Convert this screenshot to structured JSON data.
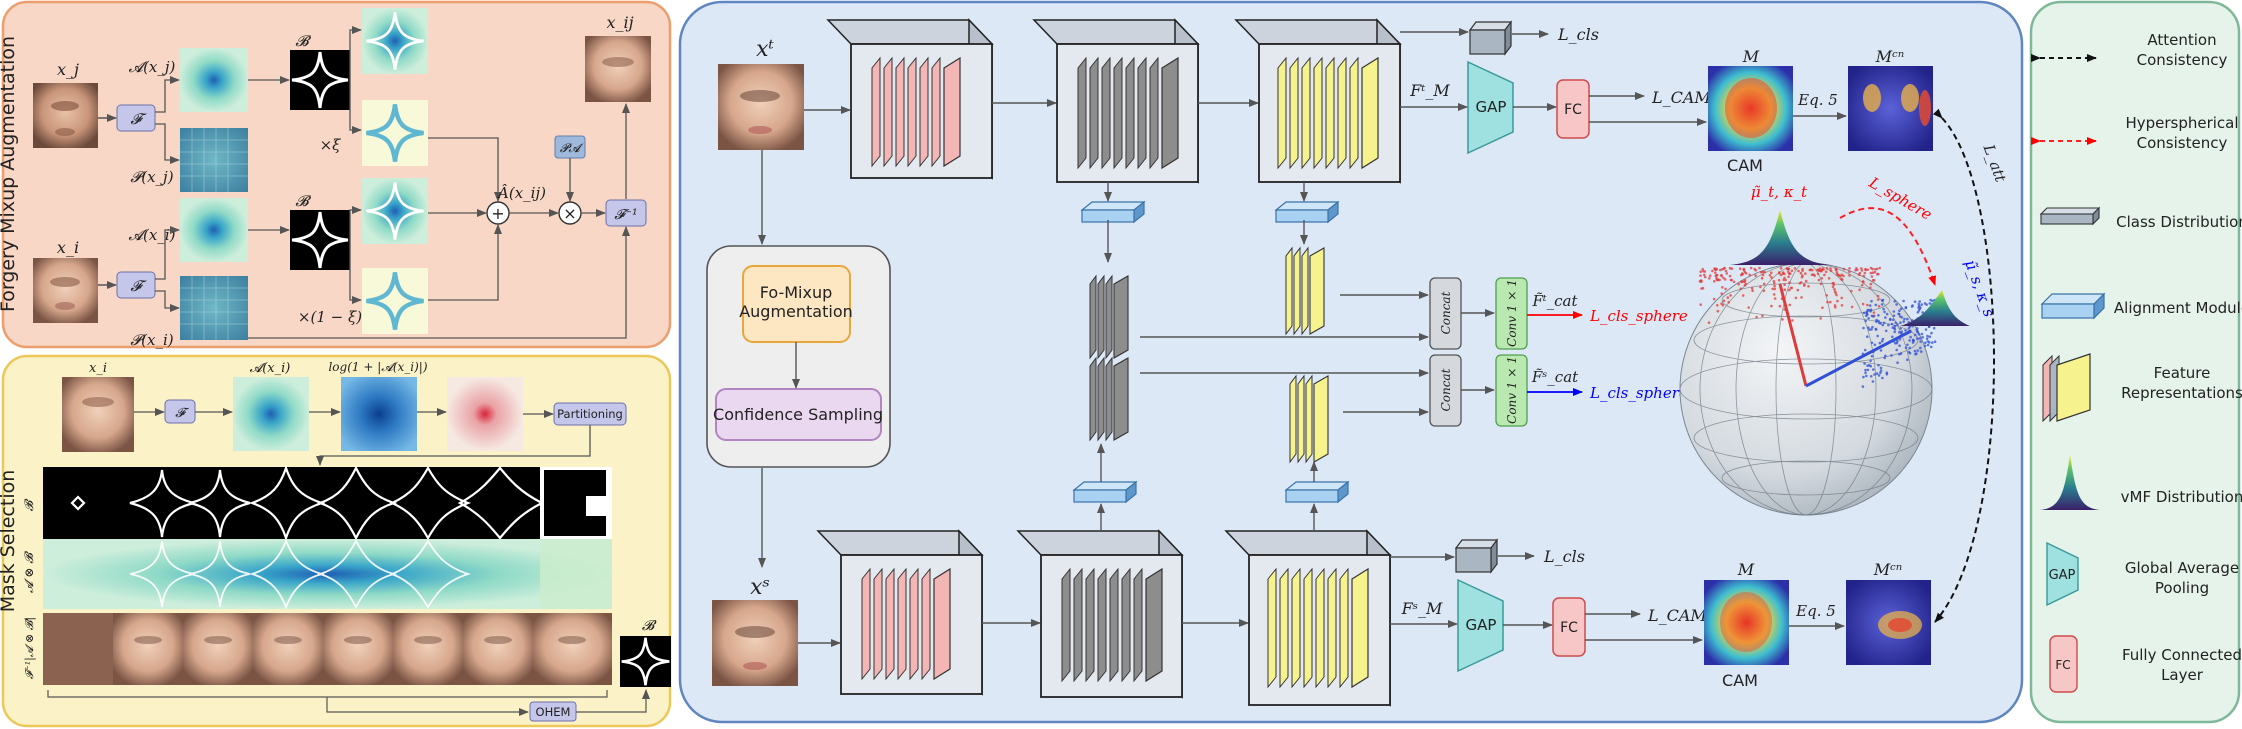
{
  "panels": {
    "forgery_title": "Forgery Mixup Augmentation",
    "mask_title": "Mask Selection"
  },
  "forgery": {
    "xj": "x_j",
    "xi": "x_i",
    "xij": "x_ij",
    "F": "𝓕",
    "Finv": "𝓕⁻¹",
    "A_xj": "𝓐(x_j)",
    "P_xj": "𝓟(x_j)",
    "A_xi": "𝓐(x_i)",
    "P_xi": "𝓟(x_i)",
    "B": "𝓑",
    "xi_scale": "×ξ",
    "one_minus_xi": "×(1 − ξ)",
    "A_hat": "Â(x_ij)",
    "PA": "𝓟𝓐",
    "plus": "+",
    "times": "×"
  },
  "mask": {
    "xi": "x_i",
    "F": "𝓕",
    "A_xi": "𝓐(x_i)",
    "log_label": "log(1 + |𝓐(x_i)|)",
    "partitioning": "Partitioning",
    "row_B": "𝓑",
    "row_AB": "𝓐 ⊗ 𝓑",
    "row_inv": "𝓕⁻¹|𝓐 ⊗ 𝓑|",
    "B_final": "𝓑",
    "ohem": "OHEM"
  },
  "main": {
    "xt": "xᵗ",
    "xs": "xˢ",
    "fomixup_l1": "Fo-Mixup",
    "fomixup_l2": "Augmentation",
    "confidence": "Confidence Sampling",
    "L_cls_top": "L_cls",
    "L_cls_bot": "L_cls",
    "F_M_t": "Fᵗ_M",
    "F_M_s": "Fˢ_M",
    "gap": "GAP",
    "fc": "FC",
    "L_CAM_top": "L_CAM",
    "L_CAM_bot": "L_CAM",
    "M": "M",
    "Mcn": "Mᶜⁿ",
    "eq5": "Eq. 5",
    "cam": "CAM",
    "concat": "Concat",
    "conv": "Conv 1 × 1",
    "F_cat_t": "F̃ᵗ_cat",
    "F_cat_s": "F̃ˢ_cat",
    "L_sphere_t": "L_cls_sphere",
    "L_sphere_s": "L_cls_sphere",
    "L_att": "L_att",
    "L_sphere": "L_sphere",
    "mu_t": "μ̃_t, κ_t",
    "mu_s": "μ̃_s, κ_s"
  },
  "legend": {
    "items": [
      {
        "icon": "dashed-black-arrow-icon",
        "label_lines": [
          "Attention",
          "Consistency"
        ]
      },
      {
        "icon": "dashed-red-arrow-icon",
        "label_lines": [
          "Hyperspherical",
          "Consistency"
        ]
      },
      {
        "icon": "class-distribution-icon",
        "label_lines": [
          "Class Distribution"
        ]
      },
      {
        "icon": "alignment-module-icon",
        "label_lines": [
          "Alignment Module"
        ]
      },
      {
        "icon": "feature-representations-icon",
        "label_lines": [
          "Feature",
          "Representations"
        ]
      },
      {
        "icon": "vmf-distribution-icon",
        "label_lines": [
          "vMF Distribution"
        ]
      },
      {
        "icon": "gap-icon",
        "label_lines": [
          "Global Average",
          "Pooling"
        ]
      },
      {
        "icon": "fc-icon",
        "label_lines": [
          "Fully Connected",
          "Layer"
        ]
      }
    ],
    "gap_short": "GAP",
    "fc_short": "FC"
  },
  "colors": {
    "forgery_bg": "#f8d7c6",
    "forgery_border": "#ec9e6c",
    "mask_bg": "#fbf2c7",
    "mask_border": "#ecc85a",
    "main_bg": "#dde8f7",
    "main_border": "#5f86c0",
    "legend_bg": "#e5f3ea",
    "legend_border": "#7fb898",
    "pink_block": "#f4b6b4",
    "gray_block": "#8d8d8d",
    "yellow_block": "#f6f28e",
    "align_blue": "#a8d1f2",
    "gap_teal": "#9fe1e0",
    "fc_pink": "#f7c6c6",
    "conv_green": "#b9e8b1",
    "fomixup_fill": "#fde6c2",
    "fomixup_border": "#e7a73b",
    "conf_fill": "#ead7f0",
    "conf_border": "#b284c2",
    "red_arrow": "#ff0000",
    "blue_arrow": "#0000ff"
  }
}
